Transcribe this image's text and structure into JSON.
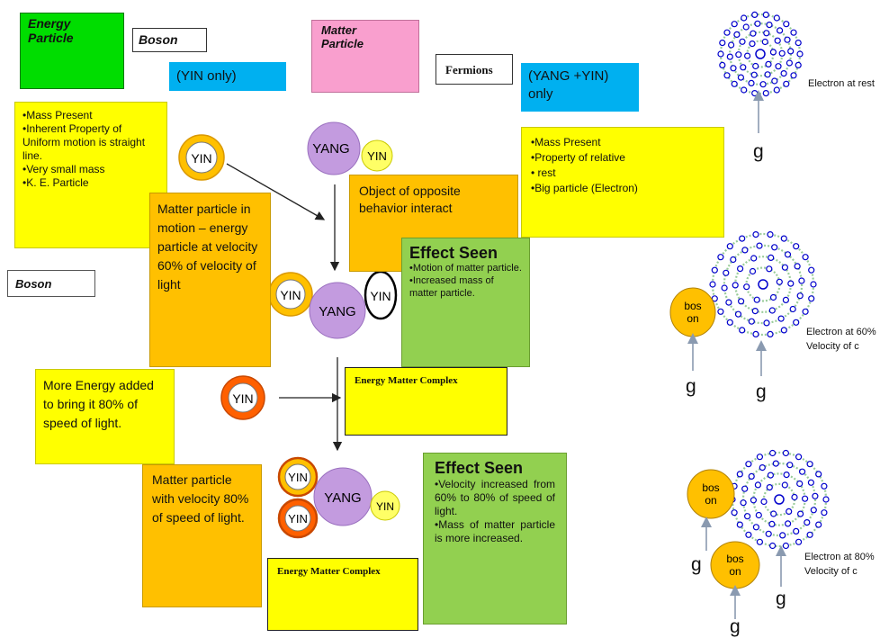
{
  "headers": {
    "energy_particle": "Energy\nParticle",
    "boson_top": "Boson",
    "yin_only": "(YIN only)",
    "matter_particle": "Matter\nParticle",
    "fermions": "Fermions",
    "yang_yin_only": "(YANG +YIN)\nonly",
    "boson_left": "Boson"
  },
  "boxes": {
    "boson_props": "•Mass Present\n•Inherent Property of Uniform motion is straight line.\n•Very small  mass\n•K. E. Particle",
    "fermion_props": "•Mass Present\n•Property of relative\n•     rest\n•Big particle (Electron)",
    "object_opposite": "Object of opposite behavior interact",
    "matter_motion": "Matter particle in motion – energy particle at velocity 60% of velocity of light",
    "effect1_title": "Effect Seen",
    "effect1_body": "•Motion of matter particle.\n•Increased mass of matter particle.",
    "more_energy": "More Energy added to bring  it 80% of speed of light.",
    "emc1": "Energy Matter Complex",
    "matter_80": "Matter particle with velocity 80% of speed of light.",
    "effect2_title": "Effect Seen",
    "effect2_body": "•Velocity increased from 60% to 80% of speed of light.\n•Mass of matter particle is more increased.",
    "emc2": "Energy Matter Complex"
  },
  "particles": {
    "yin": "YIN",
    "yang": "YANG",
    "boson_on": "bos\non"
  },
  "atoms": {
    "rest_label": "Electron at rest",
    "v60_label": "Electron at 60%\nVelocity of c",
    "v80_label": "Electron at  80%\nVelocity of c",
    "g": "g"
  },
  "colors": {
    "green": "#00dd00",
    "pink": "#f99fce",
    "cyan": "#00b0f0",
    "yellow": "#ffff00",
    "orange": "#ffc000",
    "lightgreen": "#92d050",
    "purple": "#c39bdf",
    "orange_ring": "#ffb400",
    "red_ring": "#ff6000",
    "electron": "#0000cc",
    "shell": "#99cc99"
  }
}
